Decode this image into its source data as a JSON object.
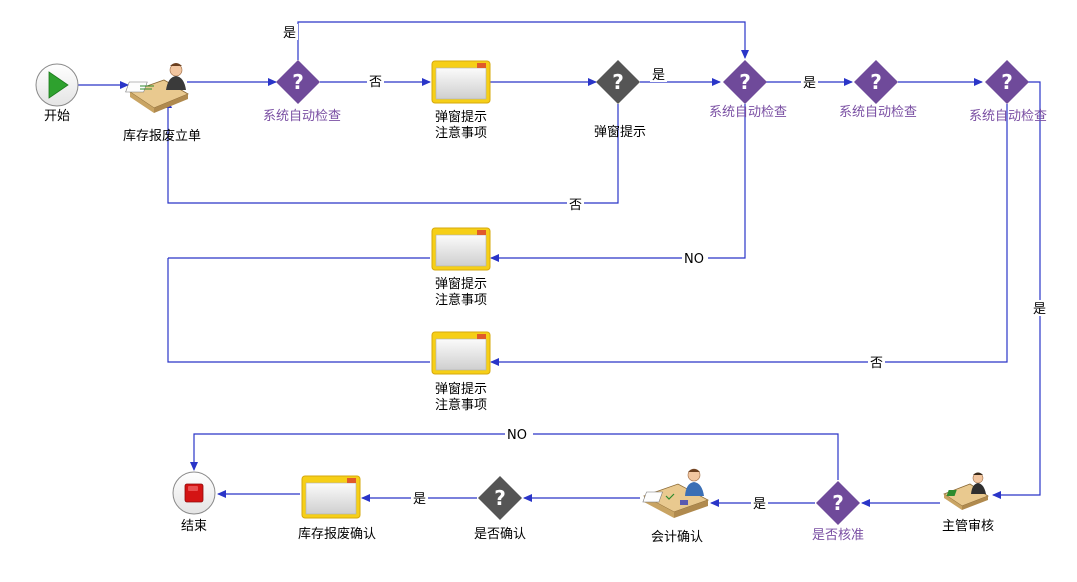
{
  "colors": {
    "flow_line": "#2a35c8",
    "decision_purple": "#6f4a9a",
    "decision_dark": "#555555",
    "label_purple": "#7a4fa3",
    "window_yellow": "#f6cf17",
    "start_green": "#2ea12e",
    "end_red": "#d41414"
  },
  "nodes": {
    "start": {
      "label": "开始",
      "icon": "play-icon"
    },
    "inventory_scrap_form": {
      "label": "库存报废立单",
      "icon": "person-at-desk-icon"
    },
    "auto_check_1": {
      "label": "系统自动检查",
      "icon": "question-diamond-icon"
    },
    "popup_notice_1": {
      "label_line1": "弹窗提示",
      "label_line2": "注意事项",
      "icon": "window-icon"
    },
    "popup_decision": {
      "label": "弹窗提示",
      "icon": "question-diamond-icon"
    },
    "auto_check_2": {
      "label": "系统自动检查",
      "icon": "question-diamond-icon"
    },
    "auto_check_3": {
      "label": "系统自动检查",
      "icon": "question-diamond-icon"
    },
    "auto_check_4": {
      "label": "系统自动检查",
      "icon": "question-diamond-icon"
    },
    "popup_notice_2": {
      "label_line1": "弹窗提示",
      "label_line2": "注意事项",
      "icon": "window-icon"
    },
    "popup_notice_3": {
      "label_line1": "弹窗提示",
      "label_line2": "注意事项",
      "icon": "window-icon"
    },
    "supervisor_review": {
      "label": "主管审核",
      "icon": "person-at-desk-icon"
    },
    "approved_decision": {
      "label": "是否核准",
      "icon": "question-diamond-icon"
    },
    "accounting_confirm": {
      "label": "会计确认",
      "icon": "person-at-desk-icon"
    },
    "confirm_decision": {
      "label": "是否确认",
      "icon": "question-diamond-icon"
    },
    "scrap_confirm": {
      "label": "库存报废确认",
      "icon": "window-icon"
    },
    "end": {
      "label": "结束",
      "icon": "stop-icon"
    }
  },
  "edges": {
    "yes_top": "是",
    "no_check1": "否",
    "yes_popup": "是",
    "no_popup": "否",
    "yes_check2": "是",
    "no_check2": "NO",
    "no_check4": "否",
    "yes_check4": "是",
    "no_approved": "NO",
    "yes_approved": "是",
    "yes_confirm": "是"
  }
}
